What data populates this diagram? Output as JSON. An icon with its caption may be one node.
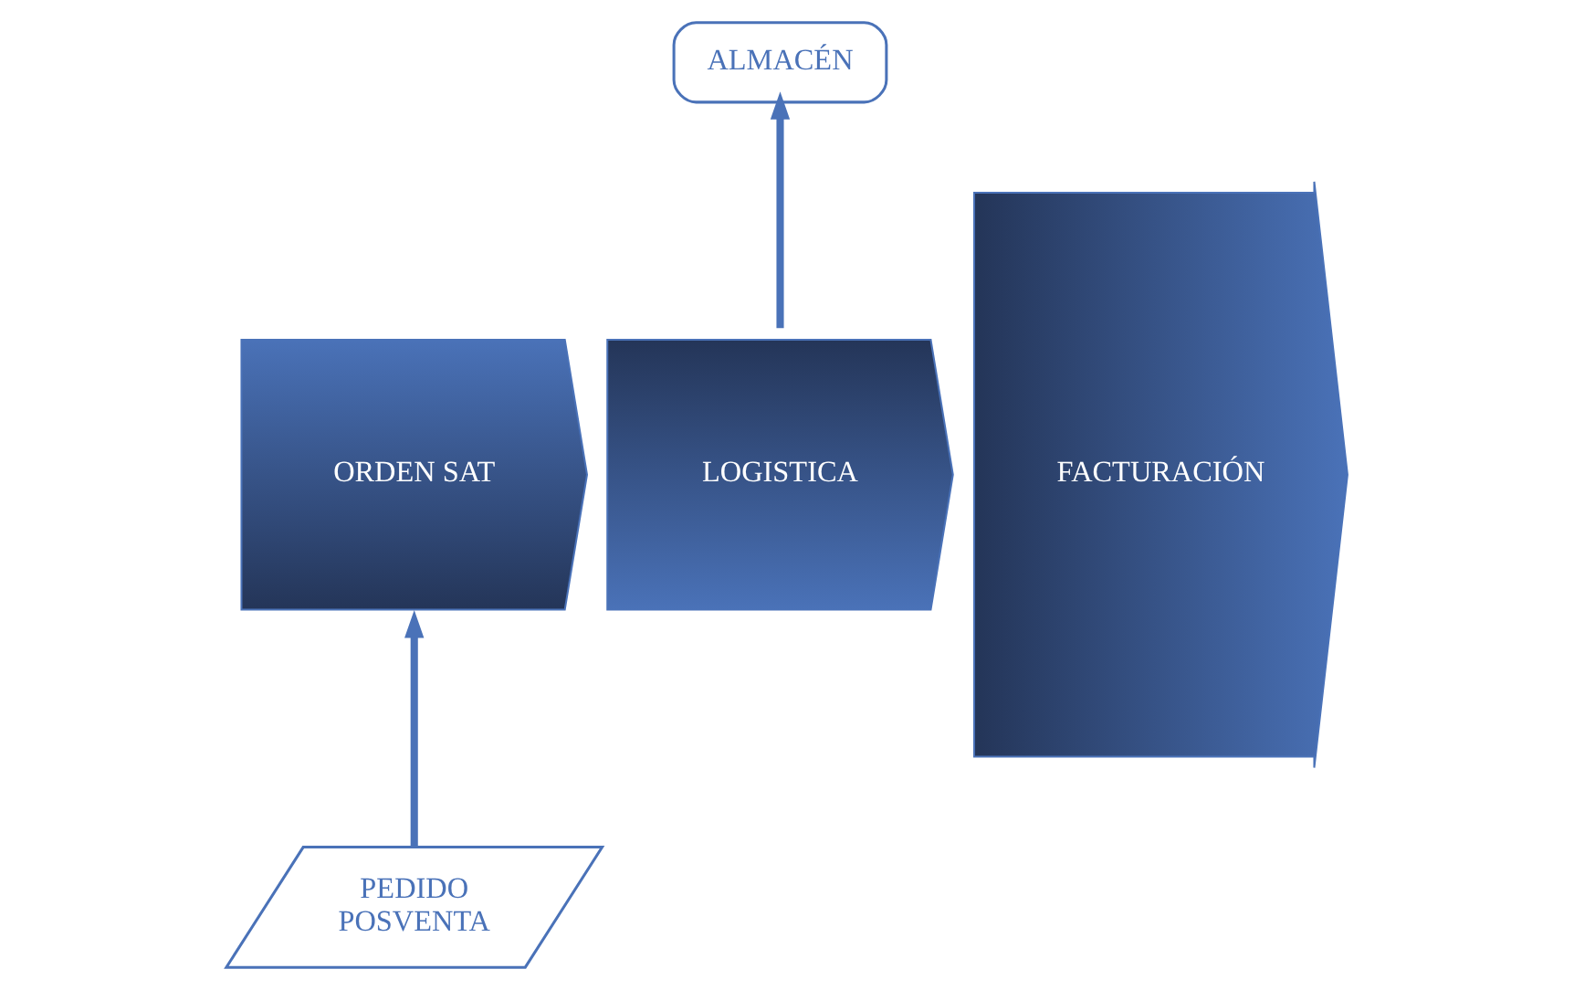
{
  "diagram": {
    "nodes": [
      {
        "text": [
          "ALMACÉN"
        ]
      },
      {
        "text": [
          "ORDEN SAT"
        ]
      },
      {
        "text": [
          "LOGISTICA"
        ]
      },
      {
        "text": [
          "FACTURACIÓN"
        ]
      },
      {
        "text": [
          "PEDIDO POSVENTA"
        ]
      }
    ],
    "edges": [
      {
        "from": 4,
        "to": 1,
        "arrow": "to"
      },
      {
        "from": 2,
        "to": 0,
        "arrow": "to"
      }
    ]
  }
}
